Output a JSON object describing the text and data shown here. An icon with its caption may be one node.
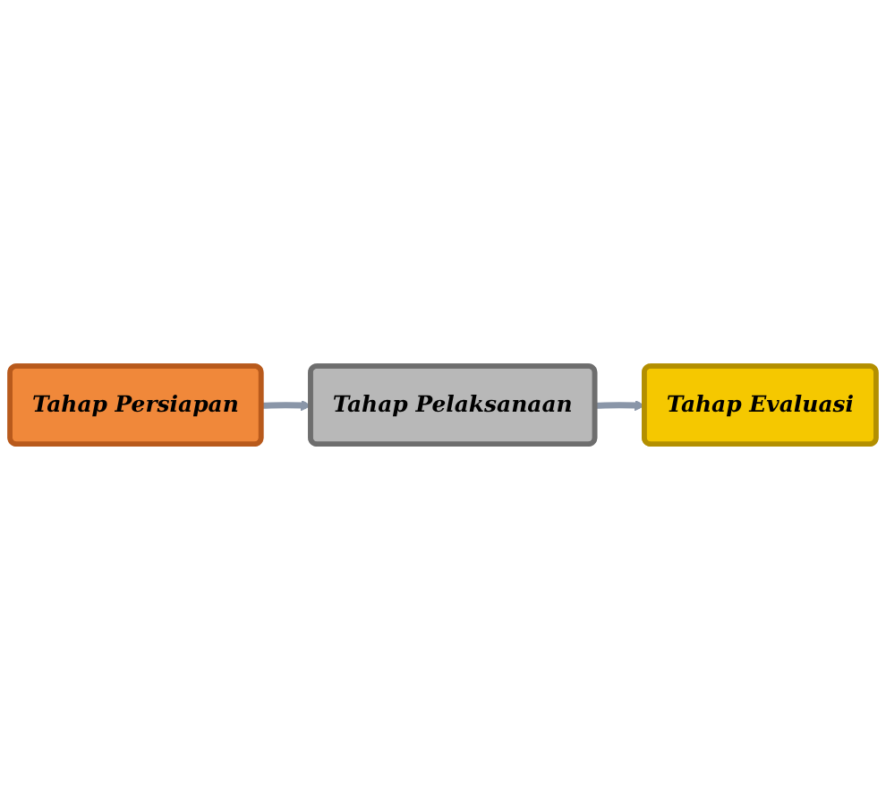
{
  "diagram": {
    "nodes": [
      {
        "text": [
          "Tahap Persiapan"
        ]
      },
      {
        "text": [
          "Tahap Pelaksanaan"
        ]
      },
      {
        "text": [
          "Tahap Evaluasi"
        ]
      }
    ],
    "edges": [
      {
        "from": 0,
        "to": 1,
        "arrow": "to"
      },
      {
        "from": 1,
        "to": 2,
        "arrow": "to"
      }
    ]
  }
}
